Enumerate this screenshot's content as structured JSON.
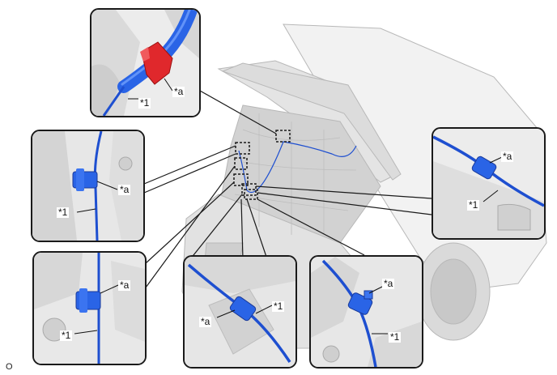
{
  "labels": {
    "clamp": "*a",
    "hose": "*1"
  },
  "footer_code": "O",
  "colors": {
    "hose": "#1e4fd0",
    "clamp_blue": "#2a64e6",
    "clamp_red": "#e0282c",
    "panel_bg": "#e9e9e9",
    "outline": "#1a1a1a"
  },
  "icons": [
    "washer-hose",
    "hose-clamp",
    "callout-marker"
  ]
}
